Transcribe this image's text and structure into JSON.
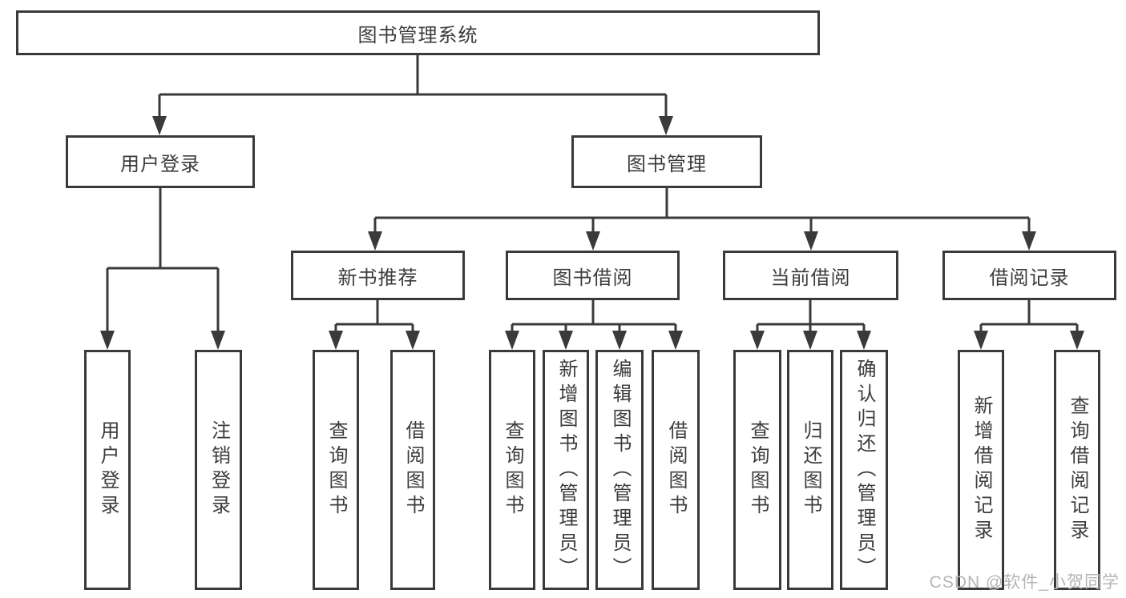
{
  "diagram": {
    "root": {
      "label": "图书管理系统"
    },
    "branches": [
      {
        "label": "用户登录",
        "children": [
          {
            "label": "用户登录"
          },
          {
            "label": "注销登录"
          }
        ]
      },
      {
        "label": "图书管理",
        "children": [
          {
            "label": "新书推荐",
            "children": [
              {
                "label": "查询图书"
              },
              {
                "label": "借阅图书"
              }
            ]
          },
          {
            "label": "图书借阅",
            "children": [
              {
                "label": "查询图书"
              },
              {
                "label": "新增图书（管理员）"
              },
              {
                "label": "编辑图书（管理员）"
              },
              {
                "label": "借阅图书"
              }
            ]
          },
          {
            "label": "当前借阅",
            "children": [
              {
                "label": "查询图书"
              },
              {
                "label": "归还图书"
              },
              {
                "label": "确认归还（管理员）"
              }
            ]
          },
          {
            "label": "借阅记录",
            "children": [
              {
                "label": "新增借阅记录"
              },
              {
                "label": "查询借阅记录"
              }
            ]
          }
        ]
      }
    ],
    "watermark": "CSDN @软件_小贺同学",
    "colors": {
      "line": "#3a3a3a",
      "text": "#3c3c3c",
      "watermark": "#b5b5b5",
      "background": "#ffffff"
    }
  }
}
